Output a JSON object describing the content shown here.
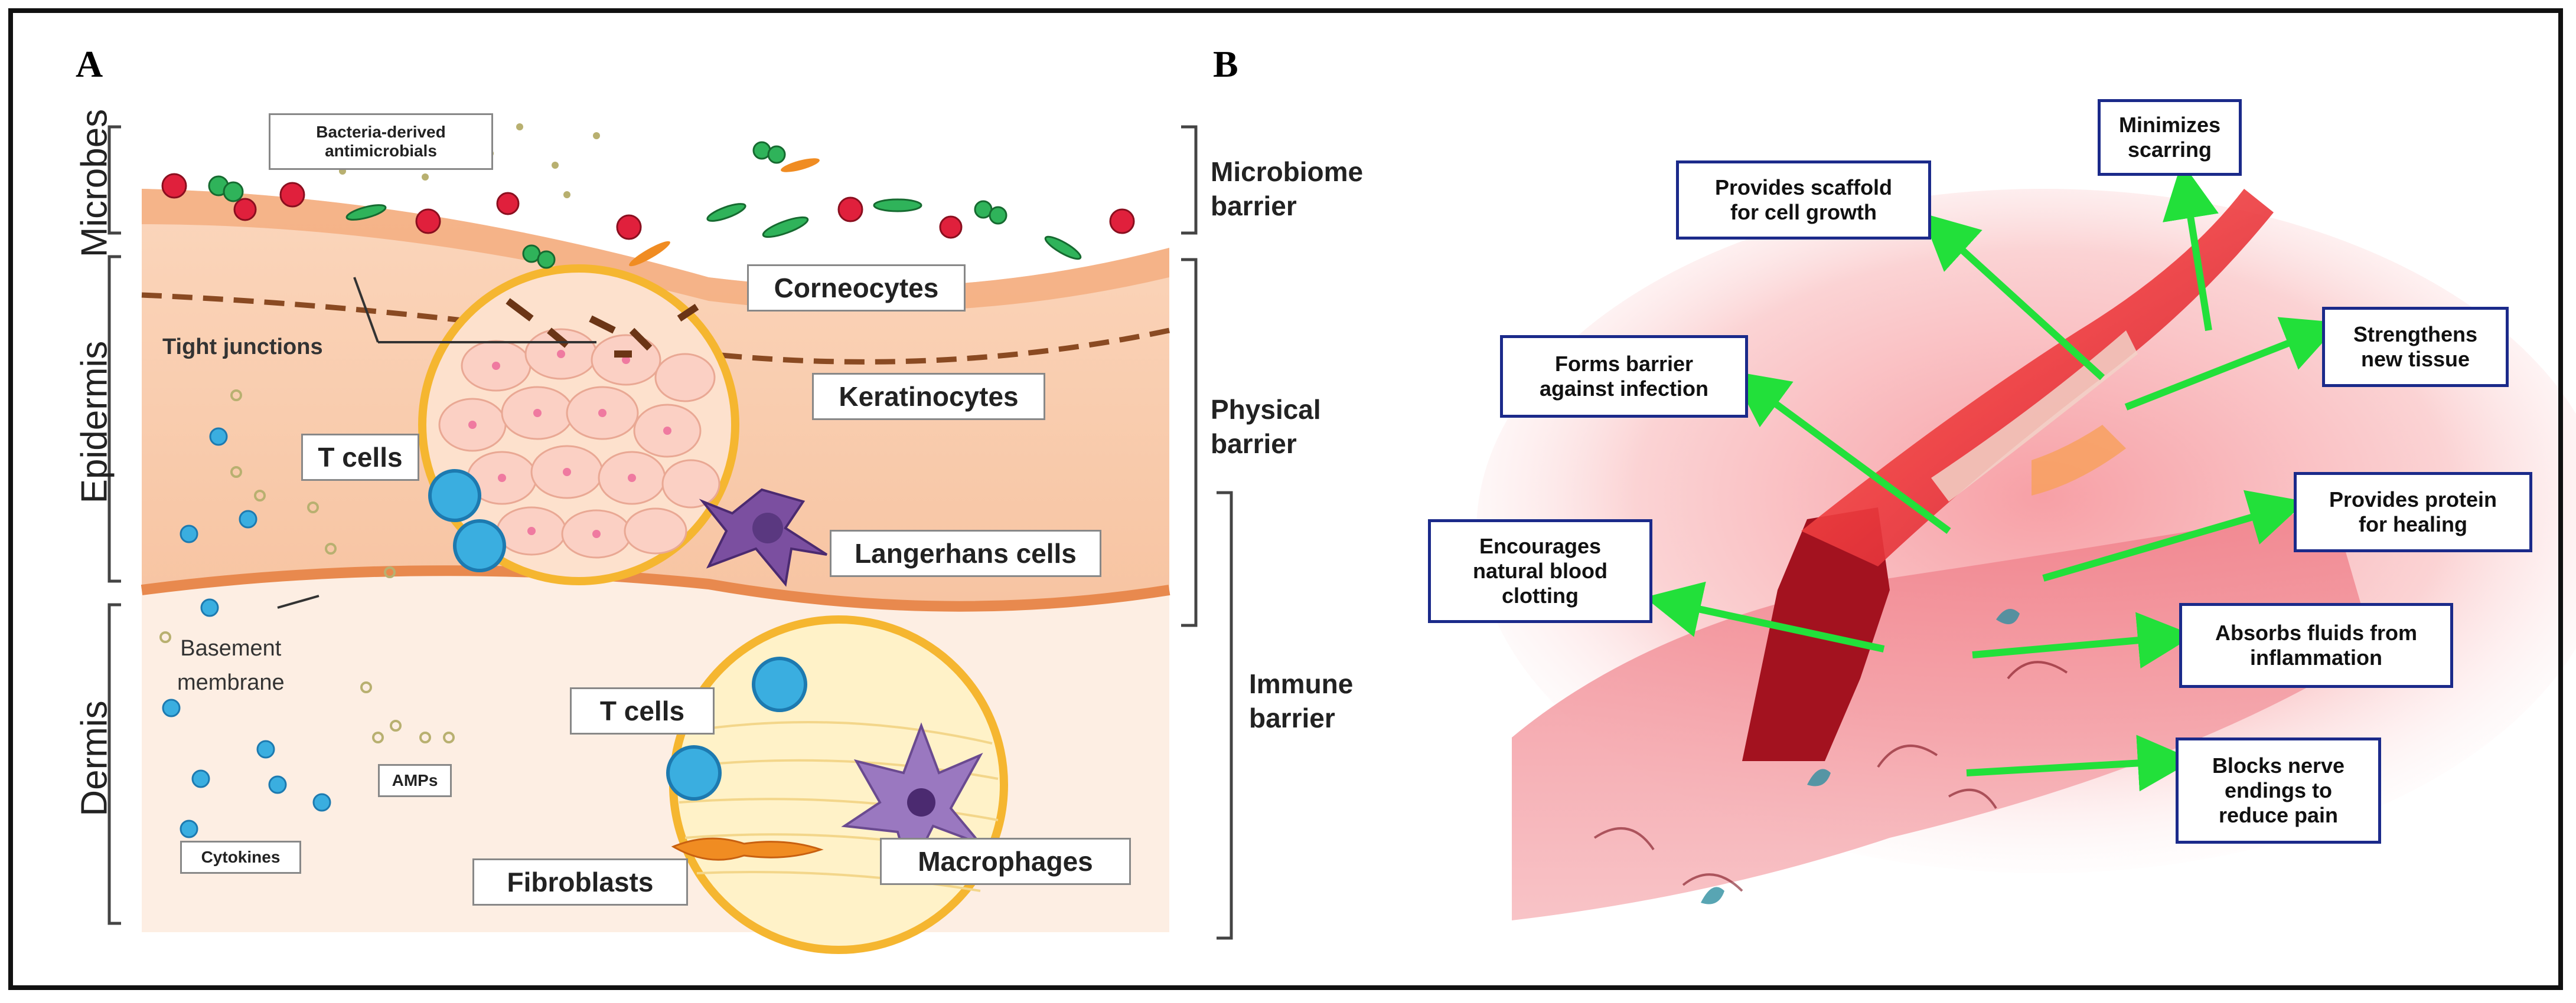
{
  "panels": {
    "a": "A",
    "b": "B"
  },
  "panel_a": {
    "left_labels": {
      "microbes": "Microbes",
      "epidermis": "Epidermis",
      "dermis": "Dermis"
    },
    "right_labels": {
      "microbiome": [
        "Microbiome",
        "barrier"
      ],
      "physical": [
        "Physical",
        "barrier"
      ],
      "immune": [
        "Immune",
        "barrier"
      ]
    },
    "labels": {
      "bacteria": [
        "Bacteria-derived",
        "antimicrobials"
      ],
      "corneocytes": "Corneocytes",
      "tight_junctions": "Tight junctions",
      "keratinocytes": "Keratinocytes",
      "t_cells_epidermis": "T cells",
      "langerhans": "Langerhans cells",
      "basement": [
        "Basement",
        "membrane"
      ],
      "t_cells_dermis": "T cells",
      "amps": "AMPs",
      "cytokines": "Cytokines",
      "fibroblasts": "Fibroblasts",
      "macrophages": "Macrophages"
    }
  },
  "panel_b": {
    "boxes": {
      "scaffold": [
        "Provides scaffold",
        "for cell growth"
      ],
      "scarring": [
        "Minimizes",
        "scarring"
      ],
      "strengthens": [
        "Strengthens",
        "new tissue"
      ],
      "barrier": [
        "Forms barrier",
        "against infection"
      ],
      "protein": [
        "Provides protein",
        "for healing"
      ],
      "clotting": [
        "Encourages",
        "natural blood",
        "clotting"
      ],
      "fluids": [
        "Absorbs fluids from",
        "inflammation"
      ],
      "nerve": [
        "Blocks nerve",
        "endings to",
        "reduce pain"
      ]
    },
    "colors": {
      "arrow": "#22e03a",
      "box_border": "#1b2a8a",
      "tissue": "#e8434a"
    }
  },
  "colors": {
    "epidermis": "#f9d0b4",
    "dermis": "#fdeee3",
    "border_line": "#e8894e",
    "circle_ring": "#f5b630",
    "t_cell": "#3aaee0",
    "bacteria_red": "#e0203c",
    "bacteria_green": "#2fb35a",
    "langerhans": "#7b4fa0"
  }
}
